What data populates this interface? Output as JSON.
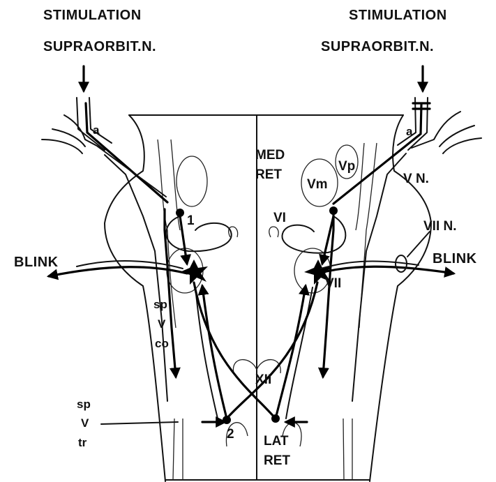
{
  "labels": {
    "stim_left_1": "STIMULATION",
    "stim_left_2": "SUPRAORBIT.N.",
    "stim_right_1": "STIMULATION",
    "stim_right_2": "SUPRAORBIT.N.",
    "med_ret_1": "MED",
    "med_ret_2": "RET",
    "vm": "Vm",
    "vp": "Vp",
    "v_n": "V N.",
    "vii_n": "VII N.",
    "vi": "VI",
    "vii": "VII",
    "xii": "XII",
    "blink_left": "BLINK",
    "blink_right": "BLINK",
    "sp_v_co_1": "sp",
    "sp_v_co_2": "V",
    "sp_v_co_3": "co",
    "sp_v_tr_1": "sp",
    "sp_v_tr_2": "V",
    "sp_v_tr_3": "tr",
    "lat_ret_1": "LAT",
    "lat_ret_2": "RET",
    "num_1": "1",
    "num_2": "2",
    "a_left": "a",
    "a_right": "a"
  }
}
